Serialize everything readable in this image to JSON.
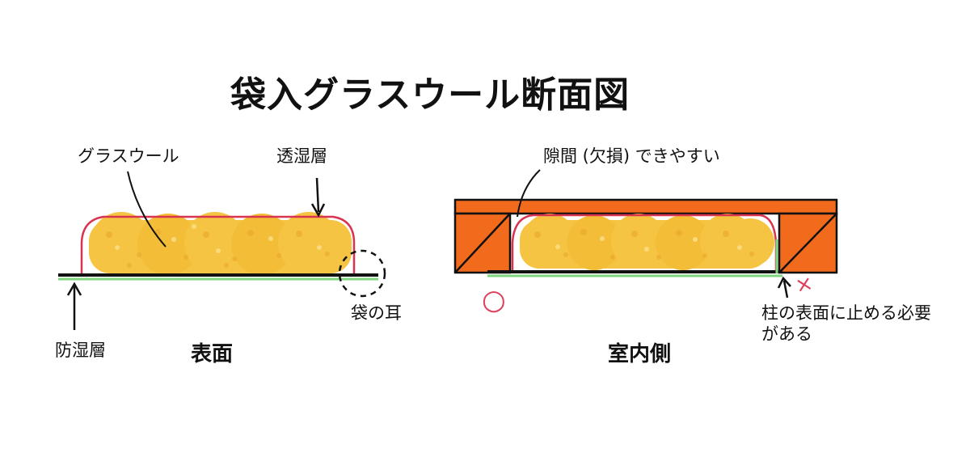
{
  "title": "袋入グラスウール断面図",
  "left_panel": {
    "caption": "表面",
    "labels": {
      "glass_wool": "グラスウール",
      "vapor_permeable_layer": "透湿層",
      "vapor_barrier": "防湿層",
      "bag_ear": "袋の耳"
    }
  },
  "right_panel": {
    "caption": "室内側",
    "labels": {
      "gap_note": "隙間 (欠損) できやすい",
      "stud_note": "柱の表面に止める必要がある"
    },
    "marks": {
      "good": "○",
      "bad": "×"
    }
  },
  "colors": {
    "wood": "#f26b1d",
    "insulation": "#f6c443",
    "insulation_dark": "#e9a528",
    "bag_outline": "#d9344f",
    "vapor_barrier_green": "#7dd67d",
    "line": "#111111"
  }
}
